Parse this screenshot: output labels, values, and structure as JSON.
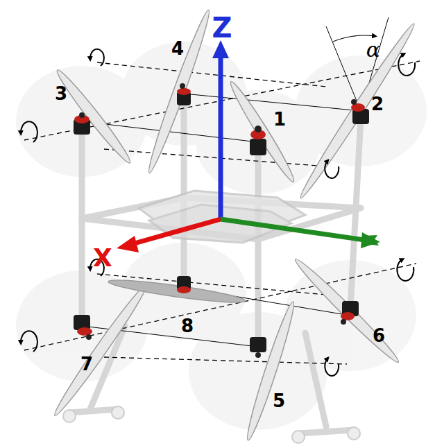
{
  "diagram": {
    "labels": [
      "α",
      "Z",
      "4",
      "3",
      "2",
      "1",
      "X",
      "8",
      "6",
      "7",
      "5"
    ]
  }
}
